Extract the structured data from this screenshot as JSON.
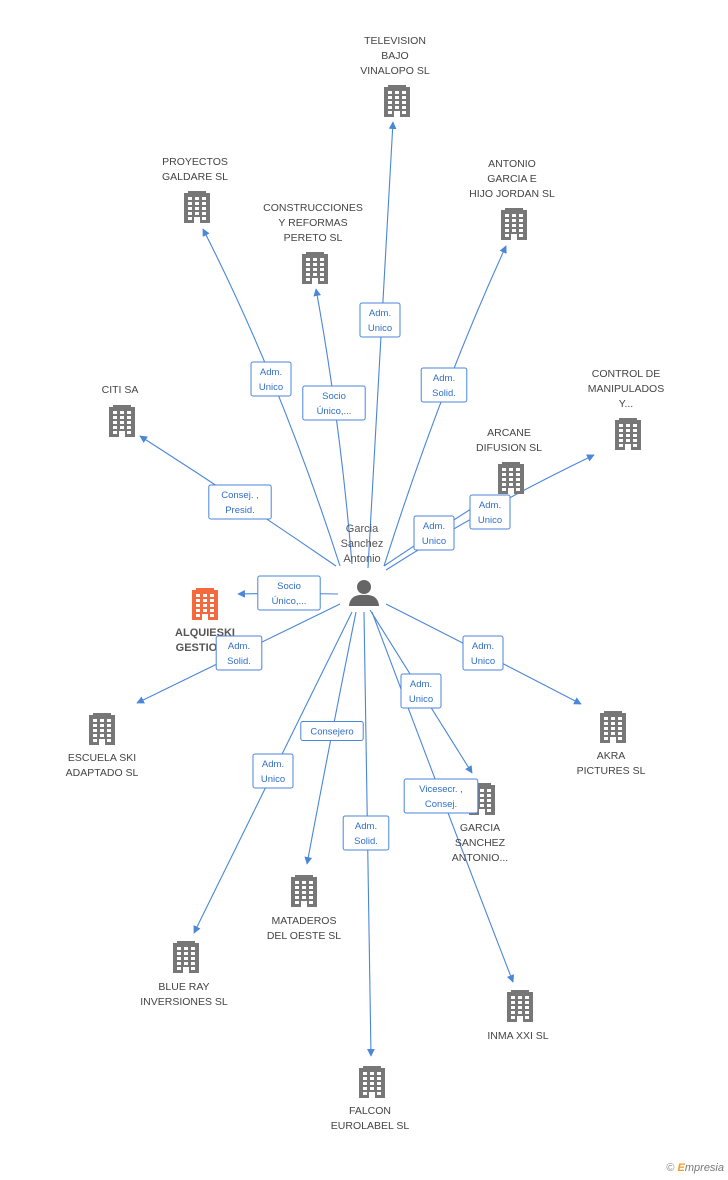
{
  "center": {
    "label_lines": [
      "Garcia",
      "Sanchez",
      "Antonio"
    ],
    "icon": "person-icon"
  },
  "colors": {
    "edge": "#4a86d9",
    "building": "#777777",
    "highlight": "#f26a3d"
  },
  "nodes": [
    {
      "id": "television",
      "label_lines": [
        "TELEVISION",
        "BAJO",
        "VINALOPO SL"
      ],
      "icon": "building-icon"
    },
    {
      "id": "proyectos",
      "label_lines": [
        "PROYECTOS",
        "GALDARE SL"
      ],
      "icon": "building-icon"
    },
    {
      "id": "construcciones",
      "label_lines": [
        "CONSTRUCCIONES",
        "Y REFORMAS",
        "PERETO  SL"
      ],
      "icon": "building-icon"
    },
    {
      "id": "antonio-garcia",
      "label_lines": [
        "ANTONIO",
        "GARCIA E",
        "HIJO JORDAN SL"
      ],
      "icon": "building-icon"
    },
    {
      "id": "control",
      "label_lines": [
        "CONTROL DE",
        "MANIPULADOS",
        "Y..."
      ],
      "icon": "building-icon"
    },
    {
      "id": "citi",
      "label_lines": [
        "CITI SA"
      ],
      "icon": "building-icon"
    },
    {
      "id": "arcane",
      "label_lines": [
        "ARCANE",
        "DIFUSION SL"
      ],
      "icon": "building-icon"
    },
    {
      "id": "alquieski",
      "label_lines": [
        "ALQUIESKI",
        "GESTION..."
      ],
      "icon": "building-icon",
      "highlight": true
    },
    {
      "id": "escuela",
      "label_lines": [
        "ESCUELA SKI",
        "ADAPTADO SL"
      ],
      "icon": "building-icon"
    },
    {
      "id": "akra",
      "label_lines": [
        "AKRA",
        "PICTURES SL"
      ],
      "icon": "building-icon"
    },
    {
      "id": "garcia-sanchez",
      "label_lines": [
        "GARCIA",
        "SANCHEZ",
        "ANTONIO..."
      ],
      "icon": "building-icon"
    },
    {
      "id": "mataderos",
      "label_lines": [
        "MATADEROS",
        "DEL OESTE SL"
      ],
      "icon": "building-icon"
    },
    {
      "id": "blueray",
      "label_lines": [
        "BLUE RAY",
        "INVERSIONES SL"
      ],
      "icon": "building-icon"
    },
    {
      "id": "inma",
      "label_lines": [
        "INMA XXI SL"
      ],
      "icon": "building-icon"
    },
    {
      "id": "falcon",
      "label_lines": [
        "FALCON",
        "EUROLABEL SL"
      ],
      "icon": "building-icon"
    }
  ],
  "edges": [
    {
      "target": "television",
      "label_lines": [
        "Adm.",
        "Unico"
      ]
    },
    {
      "target": "proyectos",
      "label_lines": [
        "Adm.",
        "Unico"
      ]
    },
    {
      "target": "construcciones",
      "label_lines": [
        "Socio",
        "Único,..."
      ]
    },
    {
      "target": "antonio-garcia",
      "label_lines": [
        "Adm.",
        "Solid."
      ]
    },
    {
      "target": "control",
      "label_lines": [
        "Adm.",
        "Unico"
      ]
    },
    {
      "target": "citi",
      "label_lines": [
        "Consej. ,",
        "Presid."
      ]
    },
    {
      "target": "arcane",
      "label_lines": [
        "Adm.",
        "Unico"
      ]
    },
    {
      "target": "alquieski",
      "label_lines": [
        "Socio",
        "Único,..."
      ]
    },
    {
      "target": "escuela",
      "label_lines": [
        "Adm.",
        "Solid."
      ]
    },
    {
      "target": "akra",
      "label_lines": [
        "Adm.",
        "Unico"
      ]
    },
    {
      "target": "garcia-sanchez",
      "label_lines": [
        "Adm.",
        "Unico"
      ]
    },
    {
      "target": "mataderos",
      "label_lines": [
        "Consejero"
      ]
    },
    {
      "target": "blueray",
      "label_lines": [
        "Adm.",
        "Unico"
      ]
    },
    {
      "target": "inma",
      "label_lines": [
        "Vicesecr. ,",
        "Consej."
      ]
    },
    {
      "target": "falcon",
      "label_lines": [
        "Adm.",
        "Solid."
      ]
    }
  ],
  "footer": {
    "copyright": "©",
    "brand_e": "E",
    "brand_rest": "mpresia"
  }
}
